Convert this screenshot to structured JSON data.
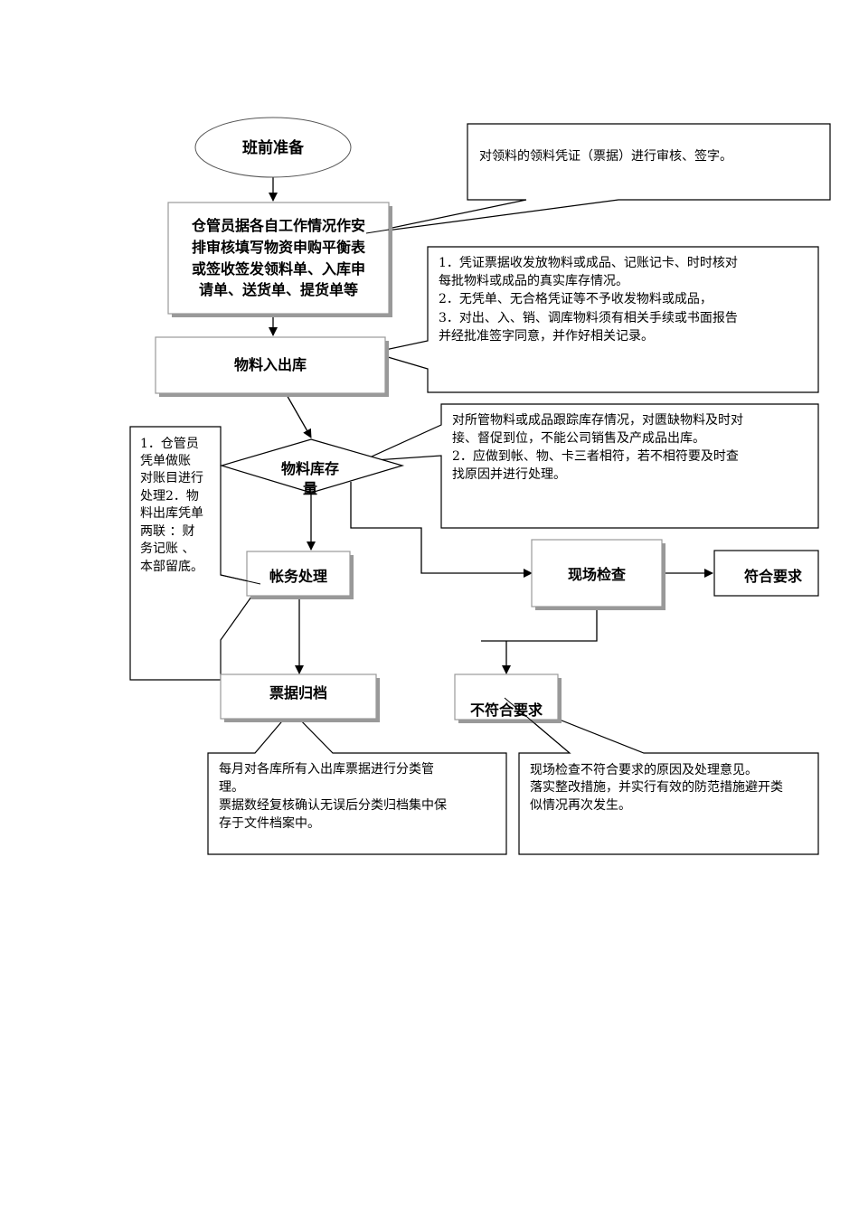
{
  "nodes": {
    "start": "班前准备",
    "prepare": [
      "仓管员据各自工作情况作安",
      "排审核填写物资申购平衡表",
      "或签收签发领料单、入库申",
      "请单、送货单、提货单等"
    ],
    "inout": "物料入出库",
    "stock": [
      "物料库存",
      "量"
    ],
    "accounting": "帐务处理",
    "archive": "票据归档",
    "inspect": "现场检查",
    "pass": "符合要求",
    "fail": "不符合要求"
  },
  "notes": {
    "review": [
      "对领料的领料凭证（票据）进行审核、签字。"
    ],
    "inout": [
      "1．凭证票据收发放物料或成品、记账记卡、时时核对",
      "每批物料或成品的真实库存情况。",
      "2．无凭单、无合格凭证等不予收发物料或成品，",
      "3．对出、入、销、调库物料须有相关手续或书面报告",
      "并经批准签字同意，并作好相关记录。"
    ],
    "stock": [
      "对所管物料或成品跟踪库存情况，对匮缺物料及时对",
      "接、督促到位，不能公司销售及产成品出库。",
      "2．应做到帐、物、卡三者相符，若不相符要及时查",
      "找原因并进行处理。"
    ],
    "accounting": [
      "1．仓管员",
      "凭单做账",
      "对账目进行",
      "处理2．物",
      "料出库凭单",
      "两联 ：财",
      "务记账 、",
      "本部留底。"
    ],
    "archive": [
      "每月对各库所有入出库票据进行分类管",
      "理。",
      "票据数经复核确认无误后分类归档集中保",
      "存于文件档案中。"
    ],
    "fail": [
      "现场检查不符合要求的原因及处理意见。",
      "落实整改措施，并实行有效的防范措施避开类",
      "似情况再次发生。"
    ]
  }
}
